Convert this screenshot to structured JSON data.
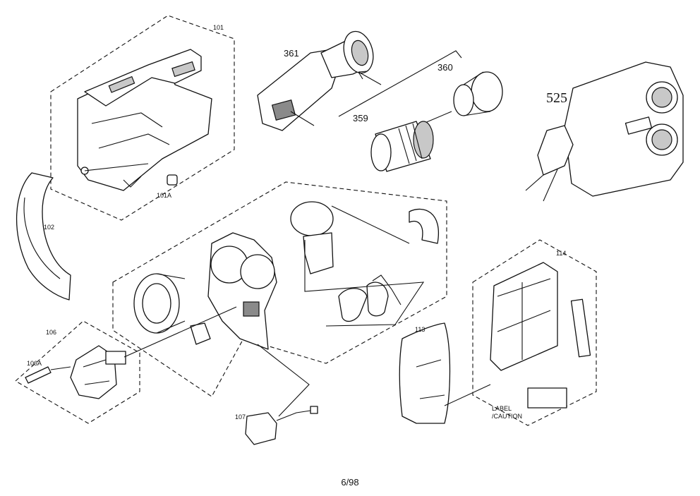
{
  "diagram": {
    "labels": {
      "p101": "101",
      "p101a": "101A",
      "p102": "102",
      "p106": "106",
      "p106a": "106A",
      "p107": "107",
      "p113": "113",
      "p114": "114",
      "p359": "359",
      "p360": "360",
      "p361": "361",
      "p525": "525",
      "label_caution_1": "LABEL",
      "label_caution_2": "/CAUTION"
    },
    "page_number": "6/98"
  }
}
